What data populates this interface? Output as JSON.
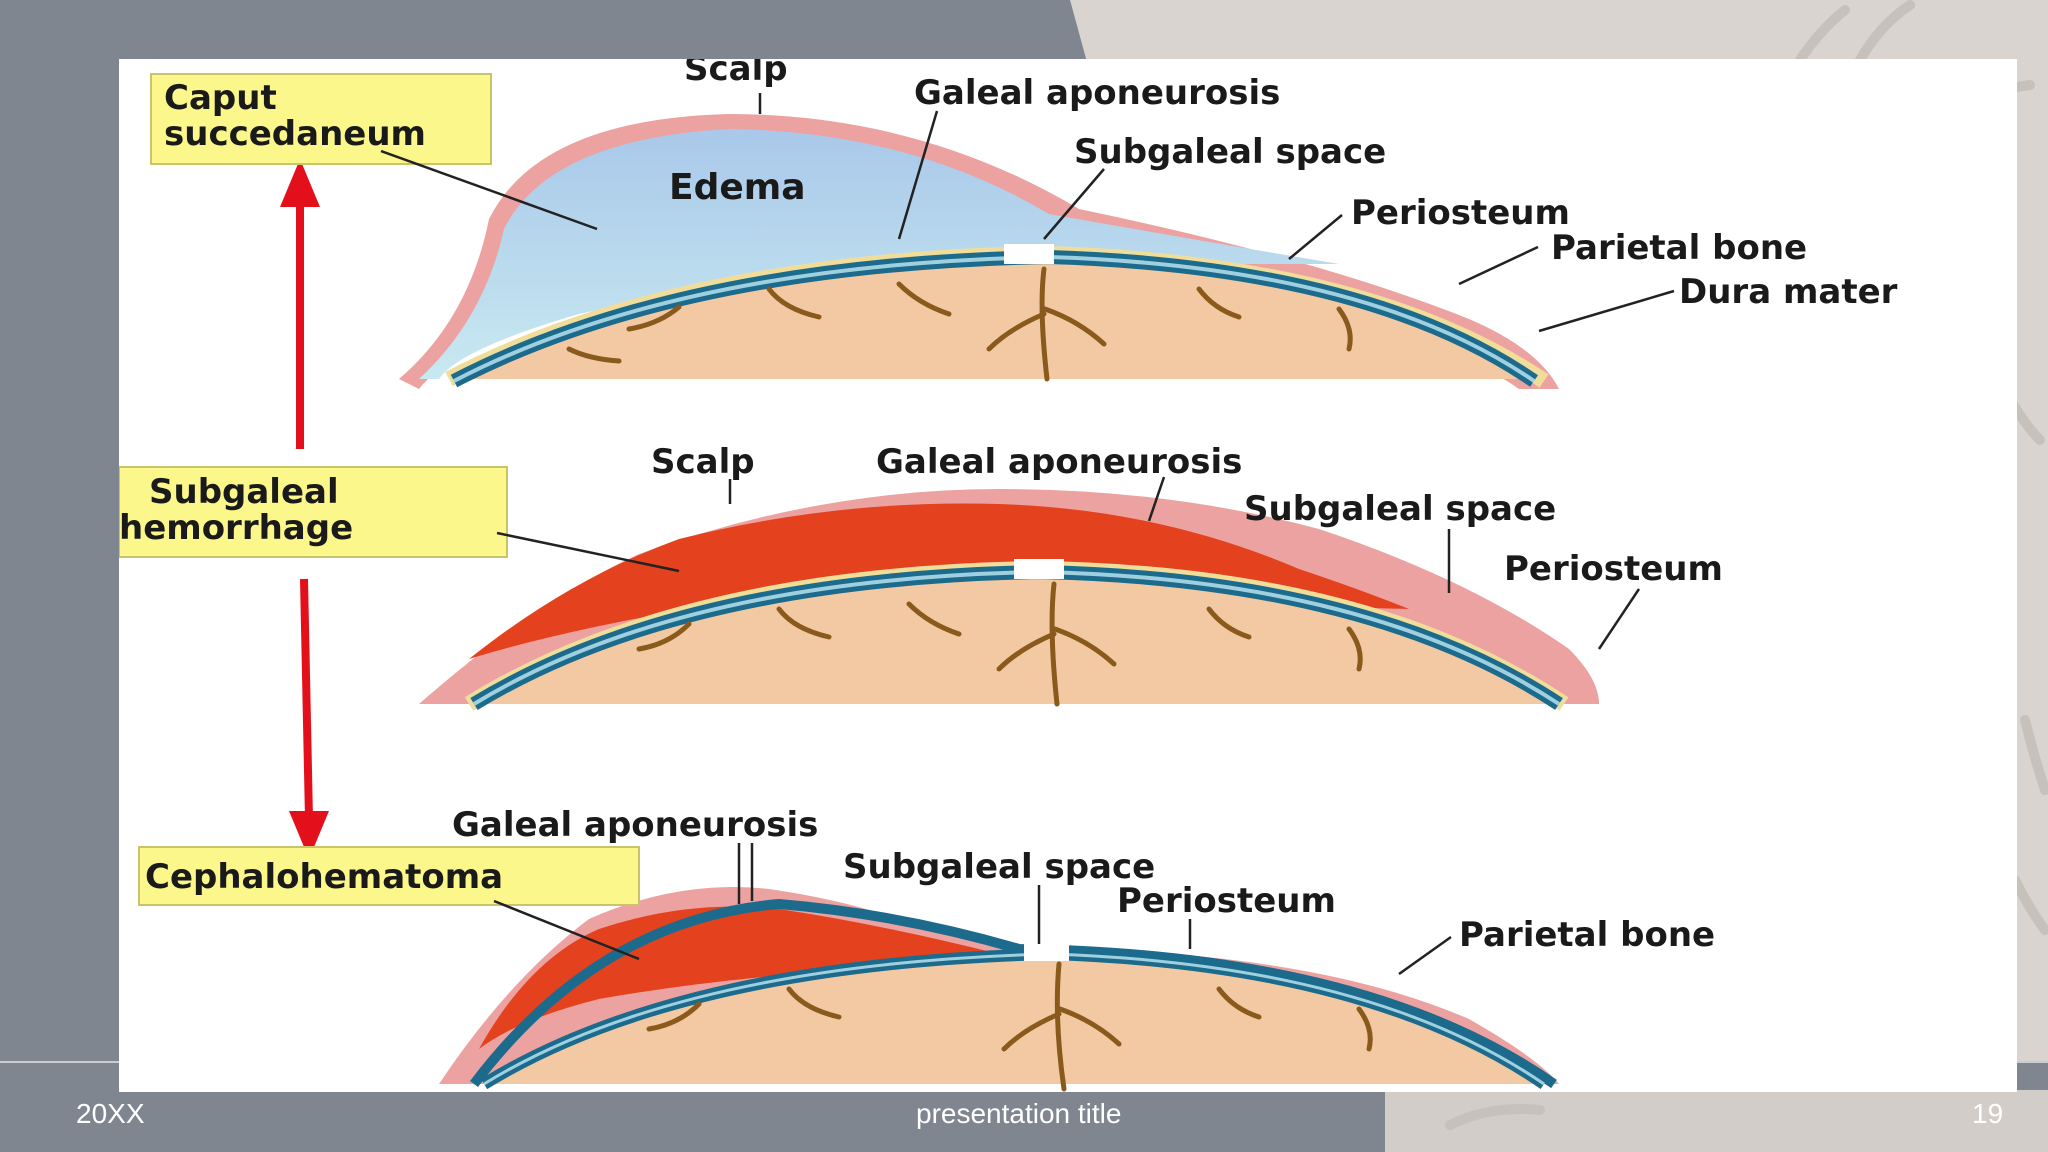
{
  "footer": {
    "date": "20XX",
    "title": "presentation title",
    "page": "19"
  },
  "colors": {
    "hemorrhage": "#e4421e",
    "edema": "#b9dcef",
    "scalp": "#eca2a0",
    "bone": "#1c6a8c",
    "brain": "#f2c9a3",
    "vessel": "#8a5a1c",
    "callout": "#fbf78a",
    "arrow": "#e3101c"
  },
  "diagram": {
    "panel1": {
      "box": {
        "line1": "Caput",
        "line2": "succedaneum"
      },
      "scalp": "Scalp",
      "edema": "Edema",
      "galeal": "Galeal aponeurosis",
      "subgaleal": "Subgaleal space",
      "periosteum": "Periosteum",
      "parietal": "Parietal bone",
      "dura": "Dura mater"
    },
    "panel2": {
      "box": {
        "line1": "Subgaleal",
        "line2": "hemorrhage"
      },
      "scalp": "Scalp",
      "galeal": "Galeal aponeurosis",
      "subgaleal": "Subgaleal space",
      "periosteum": "Periosteum"
    },
    "panel3": {
      "box": "Cephalohematoma",
      "galeal": "Galeal aponeurosis",
      "subgaleal": "Subgaleal space",
      "periosteum": "Periosteum",
      "parietal": "Parietal bone"
    }
  }
}
